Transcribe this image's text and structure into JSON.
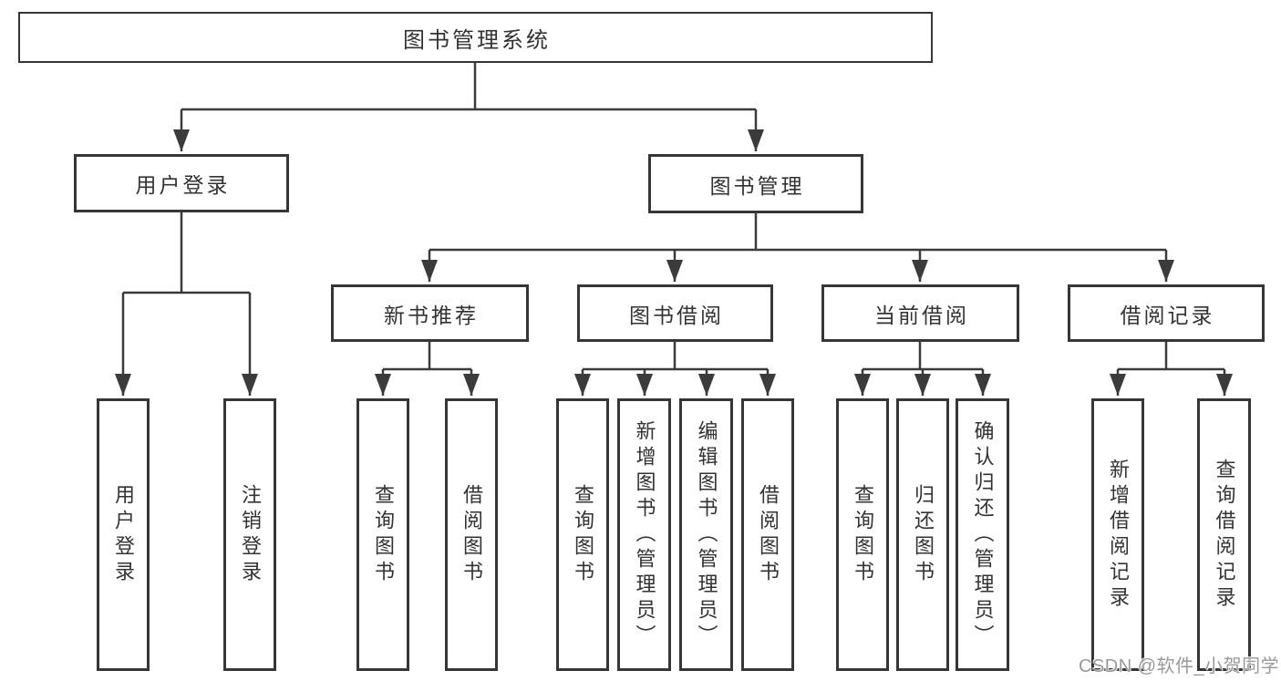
{
  "diagram": {
    "root": {
      "label": "图书管理系统"
    },
    "login_branch": {
      "parent": {
        "label": "用户登录"
      },
      "children": [
        {
          "label": "用户登录"
        },
        {
          "label": "注销登录"
        }
      ]
    },
    "management_branch": {
      "parent": {
        "label": "图书管理"
      },
      "sections": [
        {
          "parent": {
            "label": "新书推荐"
          },
          "children": [
            {
              "label": "查询图书"
            },
            {
              "label": "借阅图书"
            }
          ]
        },
        {
          "parent": {
            "label": "图书借阅"
          },
          "children": [
            {
              "label": "查询图书"
            },
            {
              "label": "新增图书（管理员）"
            },
            {
              "label": "编辑图书（管理员）"
            },
            {
              "label": "借阅图书"
            }
          ]
        },
        {
          "parent": {
            "label": "当前借阅"
          },
          "children": [
            {
              "label": "查询图书"
            },
            {
              "label": "归还图书"
            },
            {
              "label": "确认归还（管理员）"
            }
          ]
        },
        {
          "parent": {
            "label": "借阅记录"
          },
          "children": [
            {
              "label": "新增借阅记录"
            },
            {
              "label": "查询借阅记录"
            }
          ]
        }
      ]
    }
  },
  "watermark": {
    "text": "CSDN @软件_小贺同学"
  },
  "colors": {
    "line": "#3b3b3b",
    "border": "#363636",
    "text": "#333333",
    "watermark": "#9a9a9a",
    "background": "#ffffff"
  }
}
